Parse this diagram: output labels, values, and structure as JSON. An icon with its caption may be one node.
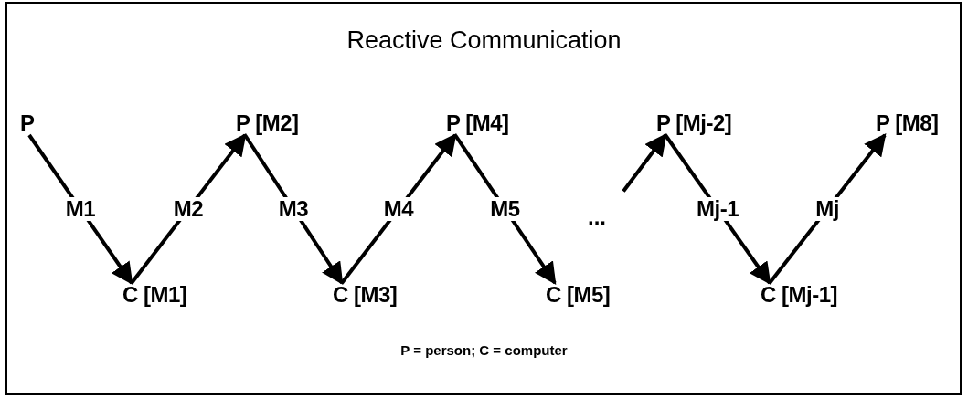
{
  "diagram": {
    "title": "Reactive Communication",
    "nodes": [
      {
        "text": [
          "P"
        ]
      },
      {
        "text": [
          "C [M1]"
        ]
      },
      {
        "text": [
          "P [M2]"
        ]
      },
      {
        "text": [
          "C [M3]"
        ]
      },
      {
        "text": [
          "P [M4]"
        ]
      },
      {
        "text": [
          "C [M5]"
        ]
      },
      {
        "text": [
          "P [Mj-2]"
        ]
      },
      {
        "text": [
          "C [Mj-1]"
        ]
      },
      {
        "text": [
          "P [M8]"
        ]
      }
    ],
    "edges": [
      {
        "from": 0,
        "to": 1,
        "arrow": "to",
        "label": "M1"
      },
      {
        "from": 1,
        "to": 2,
        "arrow": "to",
        "label": "M2"
      },
      {
        "from": 2,
        "to": 3,
        "arrow": "to",
        "label": "M3"
      },
      {
        "from": 3,
        "to": 4,
        "arrow": "to",
        "label": "M4"
      },
      {
        "from": 4,
        "to": 5,
        "arrow": "to",
        "label": "M5"
      },
      {
        "from": null,
        "to": 6,
        "arrow": "to"
      },
      {
        "from": 6,
        "to": 7,
        "arrow": "to",
        "label": "Mj-1"
      },
      {
        "from": 7,
        "to": 8,
        "arrow": "to",
        "label": "Mj"
      }
    ],
    "labels": [
      "...",
      "P = person; C = computer"
    ]
  }
}
